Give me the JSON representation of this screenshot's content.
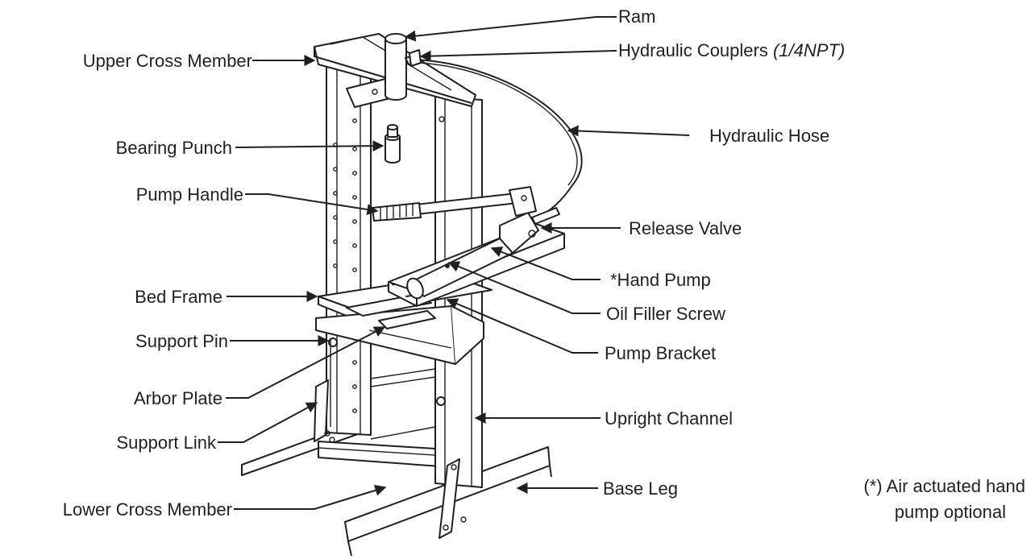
{
  "labels": {
    "ram": "Ram",
    "hydraulic_couplers": "Hydraulic Couplers",
    "hydraulic_couplers_spec": "(1/4NPT)",
    "upper_cross_member": "Upper Cross Member",
    "hydraulic_hose": "Hydraulic Hose",
    "bearing_punch": "Bearing Punch",
    "pump_handle": "Pump Handle",
    "release_valve": "Release Valve",
    "hand_pump": "*Hand Pump",
    "bed_frame": "Bed Frame",
    "oil_filler_screw": "Oil Filler Screw",
    "support_pin": "Support Pin",
    "pump_bracket": "Pump Bracket",
    "arbor_plate": "Arbor Plate",
    "upright_channel": "Upright Channel",
    "support_link": "Support Link",
    "base_leg": "Base Leg",
    "lower_cross_member": "Lower Cross Member"
  },
  "note": {
    "line1": "(*) Air actuated hand",
    "line2": "pump optional"
  },
  "colors": {
    "ink": "#231f20",
    "background": "#ffffff"
  }
}
